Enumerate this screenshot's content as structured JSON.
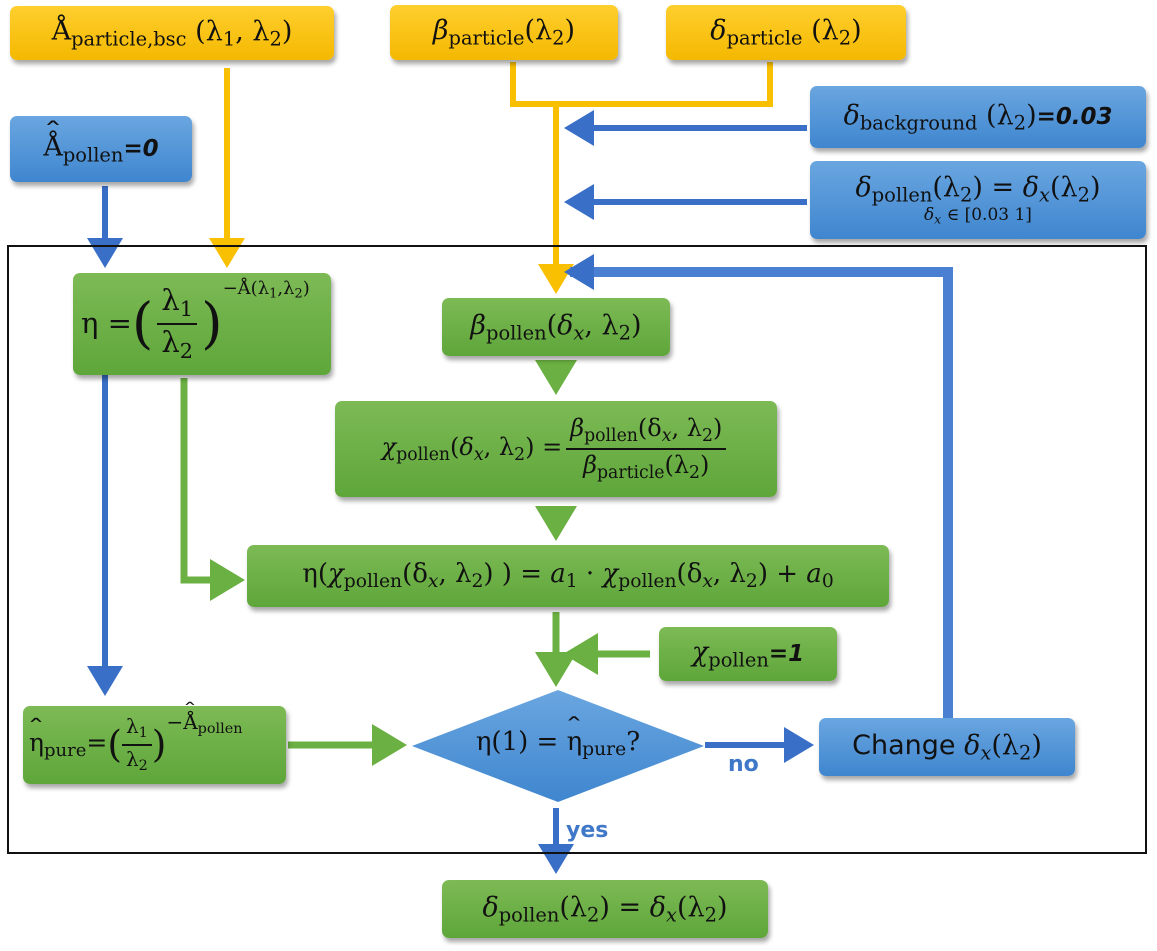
{
  "diagram": {
    "title": "",
    "colors": {
      "input_yellow": "#f8c000",
      "param_blue": "#4a8fd6",
      "process_green": "#6ab042",
      "arrow_blue": "#3a6fc8",
      "arrow_green": "#6ab042",
      "arrow_yellow": "#f8c000",
      "frame": "#111111",
      "label_blue": "#3f78c8"
    },
    "nodes": {
      "angstrom_input": {
        "base": "Å",
        "sub": "particle,bsc",
        "args": "(λ",
        "a1": "1",
        "sep": ", λ",
        "a2": "2",
        "close": ")"
      },
      "beta_particle": {
        "base": "β",
        "sub": "particle",
        "args": "(λ",
        "a": "2",
        "close": ")"
      },
      "delta_particle": {
        "base": "δ",
        "sub": "particle",
        "args": " (λ",
        "a": "2",
        "close": ")"
      },
      "angstrom_pollen": {
        "base": "Å",
        "sub": "pollen",
        "value": "=0"
      },
      "delta_background": {
        "base": "δ",
        "sub": "background",
        "args": " (λ",
        "a": "2",
        "close": ")",
        "value": "=0.03"
      },
      "delta_pollen_input": {
        "lhs_base": "δ",
        "lhs_sub": "pollen",
        "lhs_args": "(λ",
        "lhs_a": "2",
        "lhs_close": ")",
        "eq": " = ",
        "rhs_base": "δ",
        "rhs_sub": "x",
        "rhs_args": "(λ",
        "rhs_a": "2",
        "rhs_close": ")",
        "range_base": "δ",
        "range_sub": "x",
        "range_text": " ∈ [0.03 1]"
      },
      "eta_formula": {
        "lhs": "η = ",
        "num": "λ",
        "num_sub": "1",
        "den": "λ",
        "den_sub": "2",
        "exp": "−Å(λ",
        "exp_a1": "1",
        "exp_sep": ",λ",
        "exp_a2": "2",
        "exp_close": ")"
      },
      "beta_pollen": {
        "base": "β",
        "sub": "pollen",
        "args": "(",
        "dx": "δ",
        "dx_sub": "x",
        "sep": ", λ",
        "a": "2",
        "close": ")"
      },
      "chi_pollen": {
        "base": "χ",
        "sub": "pollen",
        "args": "(",
        "dx": "δ",
        "dx_sub": "x",
        "sep": ", λ",
        "a": "2",
        "close": ") = ",
        "num_base": "β",
        "num_sub": "pollen",
        "num_args": "(δ",
        "num_dx_sub": "x",
        "num_sep": ", λ",
        "num_a": "2",
        "num_close": ")",
        "den_base": "β",
        "den_sub": "particle",
        "den_args": "(λ",
        "den_a": "2",
        "den_close": ")"
      },
      "eta_linear": {
        "lhs": "η(",
        "chi": "χ",
        "chi_sub": "pollen",
        "args": "(δ",
        "dx_sub": "x",
        "sep": ", λ",
        "a": "2",
        "close": ") ) = ",
        "a1": "a",
        "a1_sub": "1",
        "dot": " · ",
        "chi2": "χ",
        "chi2_sub": "pollen",
        "args2": "(δ",
        "dx2_sub": "x",
        "sep2": ", λ",
        "a2": "2",
        "close2": ") + ",
        "a0": "a",
        "a0_sub": "0"
      },
      "chi_pollen_one": {
        "base": "χ",
        "sub": "pollen",
        "value": "=1"
      },
      "eta_pure": {
        "base": "η",
        "sub": "pure",
        "eq": "=",
        "num": "λ",
        "num_sub": "1",
        "den": "λ",
        "den_sub": "2",
        "exp": "−",
        "exp_base": "Å",
        "exp_sub": "pollen"
      },
      "decision": {
        "lhs": "η(1) = ",
        "base": "η",
        "sub": "pure",
        "q": "?"
      },
      "change_delta": {
        "label": "Change ",
        "base": "δ",
        "sub": "x",
        "args": "(λ",
        "a": "2",
        "close": ")"
      },
      "result": {
        "lhs_base": "δ",
        "lhs_sub": "pollen",
        "lhs_args": "(λ",
        "lhs_a": "2",
        "lhs_close": ")",
        "eq": " = ",
        "rhs_base": "δ",
        "rhs_sub": "x",
        "rhs_args": "(λ",
        "rhs_a": "2",
        "rhs_close": ")"
      }
    },
    "edge_labels": {
      "no": "no",
      "yes": "yes"
    }
  }
}
